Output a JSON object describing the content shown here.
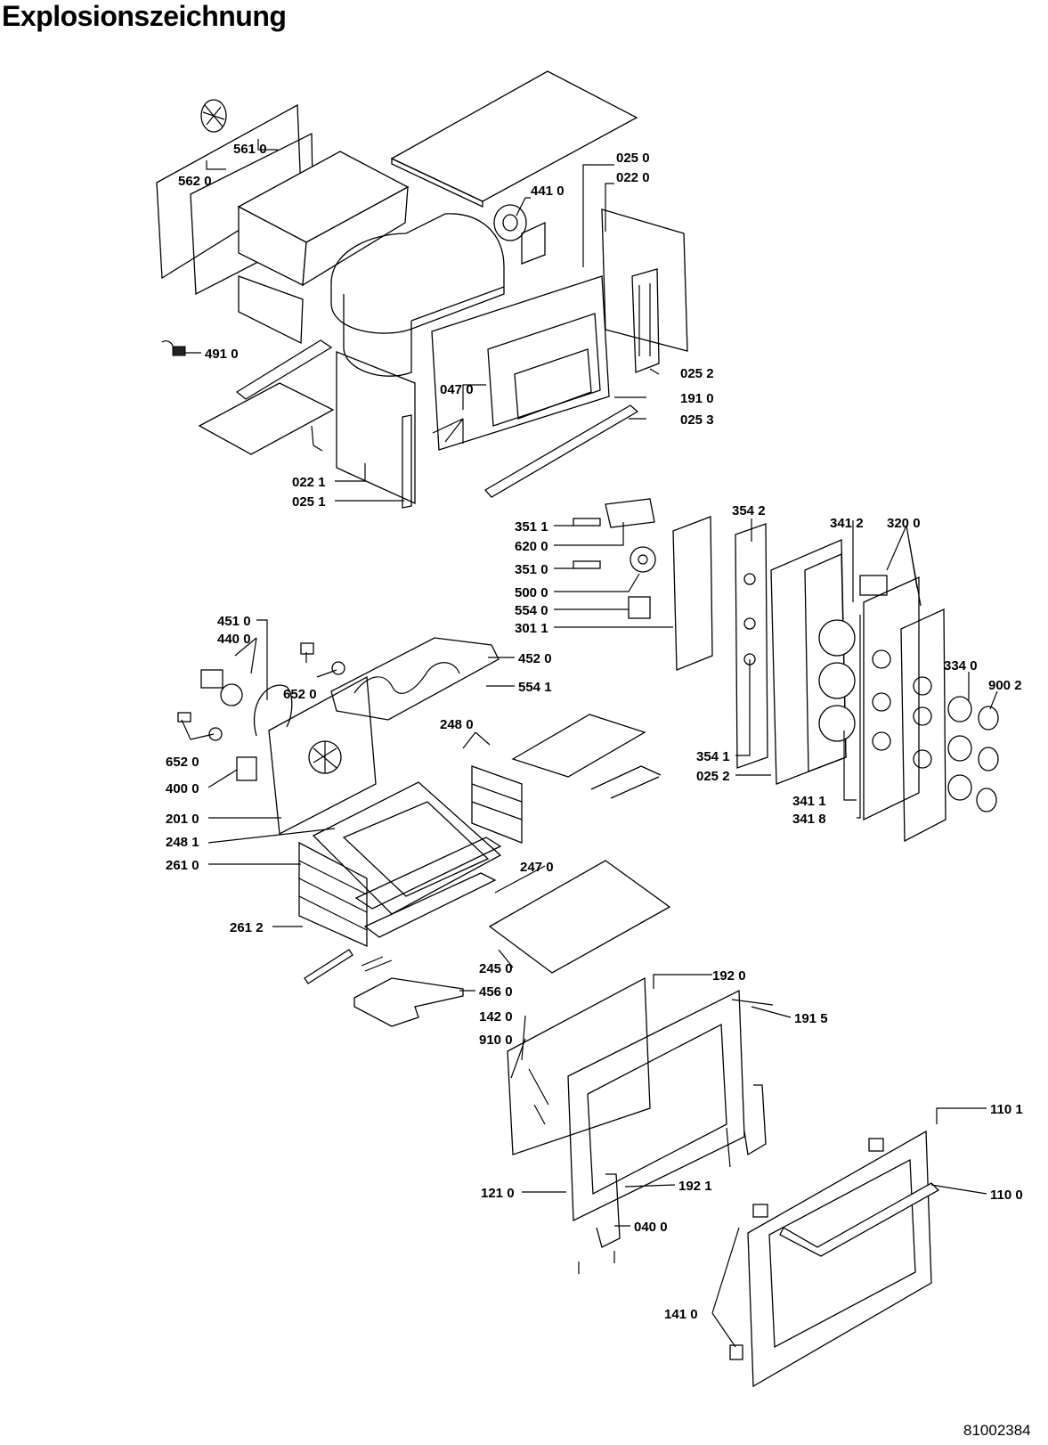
{
  "title": "Explosionszeichnung",
  "document_number": "81002384",
  "part_labels": {
    "p5610": "561 0",
    "p5620": "562 0",
    "p4910": "491 0",
    "p4410": "441 0",
    "p0250": "025 0",
    "p0220": "022 0",
    "p0252a": "025 2",
    "p0470": "047 0",
    "p1910": "191 0",
    "p0253": "025 3",
    "p0221": "022 1",
    "p0251": "025 1",
    "p3511": "351 1",
    "p6200": "620 0",
    "p3510": "351 0",
    "p5000": "500 0",
    "p5540": "554 0",
    "p3011": "301 1",
    "p3542": "354 2",
    "p3412": "341 2",
    "p3200": "320 0",
    "p3340": "334 0",
    "p9002": "900 2",
    "p3541": "354 1",
    "p0252b": "025 2",
    "p3411": "341 1",
    "p3418": "341 8",
    "p4510": "451 0",
    "p4400": "440 0",
    "p4520": "452 0",
    "p5541": "554 1",
    "p6520a": "652 0",
    "p6520b": "652 0",
    "p4000": "400 0",
    "p2480": "248 0",
    "p2010": "201 0",
    "p2481": "248 1",
    "p2610": "261 0",
    "p2470": "247 0",
    "p2612": "261 2",
    "p2450": "245 0",
    "p4560": "456 0",
    "p1920": "192 0",
    "p1420": "142 0",
    "p9100": "910 0",
    "p1915": "191 5",
    "p1101": "110 1",
    "p1210": "121 0",
    "p1921": "192 1",
    "p1100": "110 0",
    "p0400": "040 0",
    "p1410": "141 0"
  }
}
